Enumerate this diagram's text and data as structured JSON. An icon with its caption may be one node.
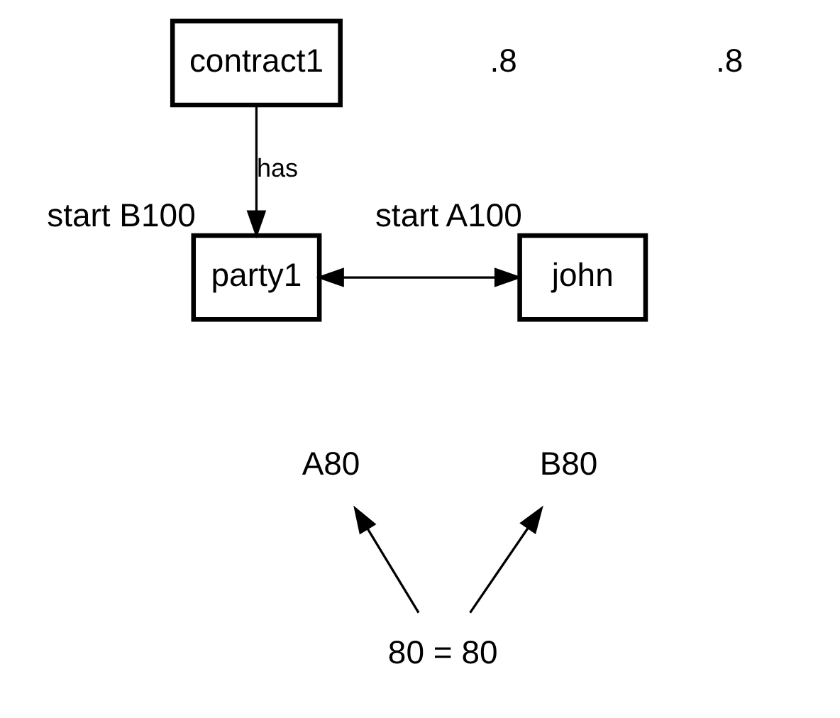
{
  "diagram": {
    "nodes": [
      {
        "text": [
          "contract1"
        ]
      },
      {
        "text": [
          "party1"
        ],
        "beside": [
          "start B100"
        ]
      },
      {
        "text": [
          "john"
        ],
        "beside": [
          "start A100"
        ]
      },
      {
        "text": [
          "A80"
        ]
      },
      {
        "text": [
          "B80"
        ]
      },
      {
        "text": [
          "80 = 80"
        ]
      }
    ],
    "edges": [
      {
        "from": 0,
        "to": 1,
        "arrow": "to",
        "label": "has"
      },
      {
        "from": 1,
        "to": 2,
        "arrow": "both"
      },
      {
        "from": 5,
        "to": 3,
        "arrow": "to"
      },
      {
        "from": 5,
        "to": 4,
        "arrow": "to"
      }
    ],
    "labels": [
      ".8",
      ".8"
    ]
  }
}
